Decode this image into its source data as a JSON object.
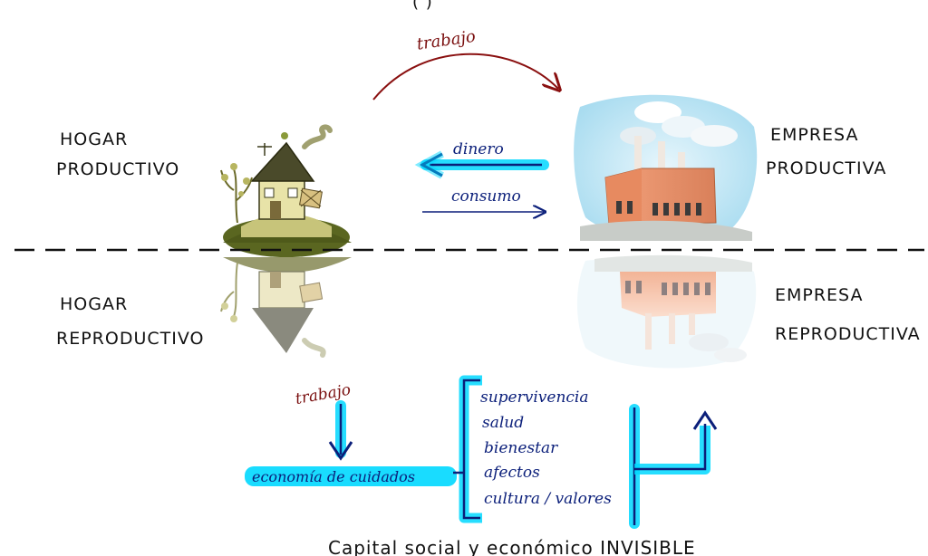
{
  "labels": {
    "top_partial": "(      )",
    "hogar_productivo": [
      "HOGAR",
      "PRODUCTIVO"
    ],
    "hogar_reproductivo": [
      "HOGAR",
      "REPRODUCTIVO"
    ],
    "empresa_productiva": [
      "EMPRESA",
      "PRODUCTIVA"
    ],
    "empresa_reproductiva": [
      "EMPRESA",
      "REPRODUCTIVA"
    ],
    "trabajo_top": "trabajo",
    "dinero": "dinero",
    "consumo": "consumo",
    "trabajo_bottom": "trabajo",
    "economia_cuidados": "economía de cuidados",
    "bracket_items": [
      "supervivencia",
      "salud",
      "bienestar",
      "afectos",
      "cultura / valores"
    ],
    "bottom_text": "Capital social y económico INVISIBLE"
  },
  "colors": {
    "ink": "#111111",
    "red_ink": "#8a1010",
    "blue_ink": "#0b1f7a",
    "highlight": "#00d8ff",
    "grass_dark": "#4f5a1a",
    "grass_light": "#9aa14a",
    "house_roof": "#4a4a2a",
    "sky": "#bfe6f5",
    "factory": "#e8916a"
  }
}
